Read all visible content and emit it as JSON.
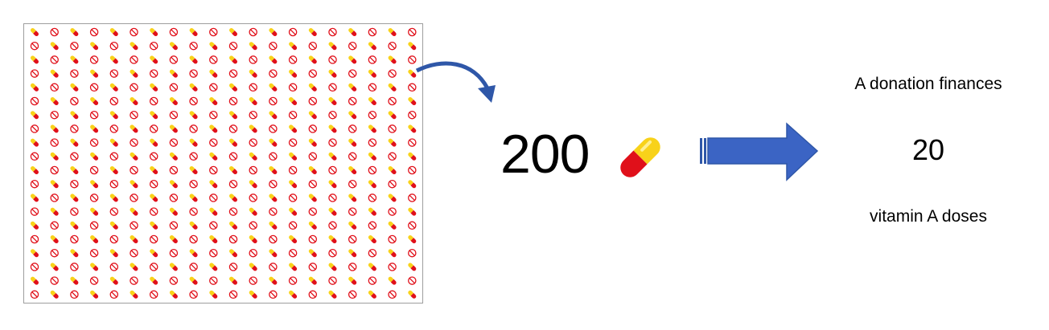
{
  "grid": {
    "columns": 20,
    "rows": 20,
    "total_icons": 400,
    "highlighted_icons": 200,
    "icon_pattern": [
      "pill-icon",
      "no-entry-icon"
    ],
    "pill_top_color": "#f8d21a",
    "pill_bottom_color": "#e0101a",
    "no_entry_color": "#e0101a",
    "border_color": "#9e9e9e"
  },
  "summary": {
    "count": "200",
    "icon": "pill-icon"
  },
  "arrows": {
    "color": "#2f57a8"
  },
  "result": {
    "line1": "A donation finances",
    "count": "20",
    "line2": "vitamin A doses"
  }
}
